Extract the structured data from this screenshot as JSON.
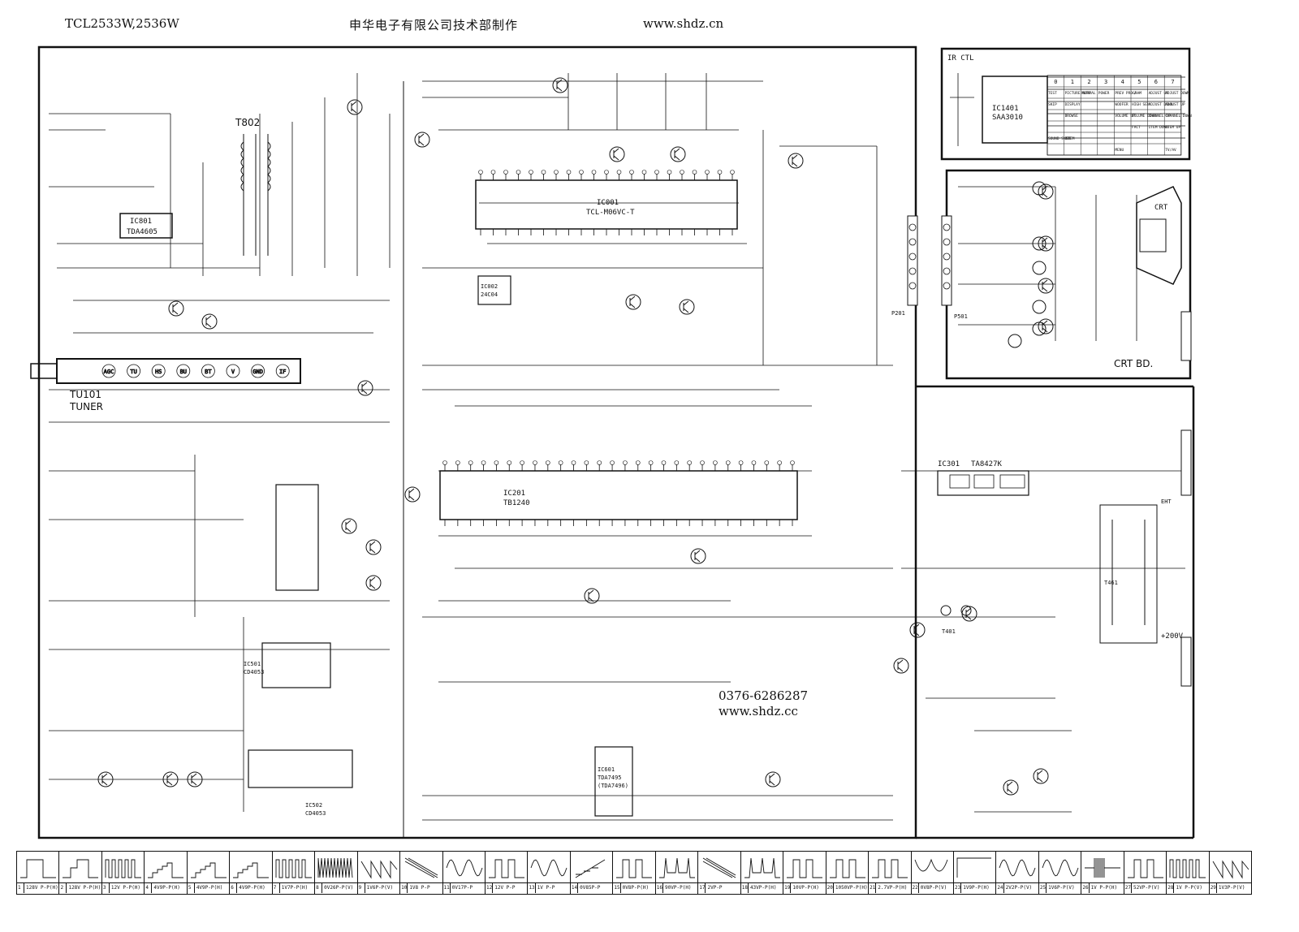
{
  "header": {
    "model": "TCL2533W,2536W",
    "company": "申华电子有限公司技术部制作",
    "website": "www.shdz.cn"
  },
  "contact": {
    "phone": "0376-6286287",
    "website": "www.shdz.cc"
  },
  "blocks": {
    "tuner": "TU101",
    "tuner_caption": "TUNER",
    "tuner_pins": [
      "AGC",
      "TU",
      "HS",
      "BU",
      "BT",
      "V",
      "GND",
      "IF"
    ],
    "ir_ctl": "IR CTL",
    "ir_chip": "IC1401",
    "ir_chip_part": "SAA3010",
    "crt_bd": "CRT BD.",
    "crt": "CRT",
    "power_chip": "IC801",
    "power_chip_part": "TDA4605",
    "flyback": "T802",
    "micro": "IC001",
    "micro_part": "TCL-M06VC-T",
    "eeprom": "IC002",
    "eeprom_part": "24C04",
    "jungle": "IC201",
    "jungle_part": "TB1240",
    "vert": "IC301",
    "vert_part": "TA8427K",
    "audio": "IC601",
    "audio_part": "TDA7495",
    "audio_part_alt": "(TDA7496)",
    "av_switch_1": "IC501",
    "av_switch_1_part": "CD4053",
    "av_switch_2": "IC502",
    "av_switch_2_part": "CD4053",
    "hot": "T401",
    "fbt": "T461",
    "connector": "P201",
    "v_p_ident": "P501",
    "high_v": "+200V",
    "anode": "EHT"
  },
  "remote_table": {
    "top_row": [
      "7",
      "6",
      "5",
      "4",
      "3",
      "2",
      "1",
      "0"
    ],
    "rows": [
      [
        "TEST",
        "PICTURE NORMAL",
        "MUTE",
        "POWER",
        "PREV PROGRAM",
        "-/--",
        "ADJUST UP",
        "ADJUST DOWN"
      ],
      [
        "SKIP",
        "DISPLAY",
        "",
        "",
        "WOOFER",
        "HIGH SEN",
        "ADJUST DOWN",
        "ADJUST UP"
      ],
      [
        "",
        "BROWSE",
        "",
        "",
        "VOLUME UP",
        "VOLUME DOWN",
        "CHANNEL UP",
        "CHANNEL DOWN"
      ],
      [
        "",
        "",
        "",
        "",
        "",
        "FACT",
        "ITEM DOWN",
        "ITEM UP"
      ],
      [
        "SOUND SYSTEM",
        "BBE",
        "",
        "",
        "",
        "",
        "",
        ""
      ],
      [
        "",
        "",
        "",
        "",
        "MENU",
        "",
        "",
        "TV/AV"
      ]
    ]
  },
  "waveforms": [
    {
      "n": "1",
      "label": "128V P-P(H)",
      "shape": "step"
    },
    {
      "n": "2",
      "label": "128V P-P(H)",
      "shape": "step2"
    },
    {
      "n": "3",
      "label": "12V P-P(H)",
      "shape": "bars"
    },
    {
      "n": "4",
      "label": "4V9P-P(H)",
      "shape": "stair"
    },
    {
      "n": "5",
      "label": "4V9P-P(H)",
      "shape": "stair"
    },
    {
      "n": "6",
      "label": "4V9P-P(H)",
      "shape": "stair"
    },
    {
      "n": "7",
      "label": "1V7P-P(H)",
      "shape": "bars"
    },
    {
      "n": "8",
      "label": "0V26P-P(V)",
      "shape": "dense"
    },
    {
      "n": "9",
      "label": "1V6P-P(V)",
      "shape": "saw"
    },
    {
      "n": "10",
      "label": "1V8 P-P",
      "shape": "diag"
    },
    {
      "n": "11",
      "label": "0V17P-P",
      "shape": "sine"
    },
    {
      "n": "12",
      "label": "12V P-P",
      "shape": "pulse"
    },
    {
      "n": "13",
      "label": "1V P-P",
      "shape": "sine"
    },
    {
      "n": "14",
      "label": "0V85P-P",
      "shape": "ramp"
    },
    {
      "n": "15",
      "label": "0V8P-P(H)",
      "shape": "pulse"
    },
    {
      "n": "16",
      "label": "90VP-P(H)",
      "shape": "spike"
    },
    {
      "n": "17",
      "label": "2VP-P",
      "shape": "diag"
    },
    {
      "n": "18",
      "label": "43VP-P(H)",
      "shape": "spike"
    },
    {
      "n": "19",
      "label": "10VP-P(H)",
      "shape": "pulse"
    },
    {
      "n": "20",
      "label": "1050VP-P(H)",
      "shape": "pulse"
    },
    {
      "n": "21",
      "label": "2.7VP-P(H)",
      "shape": "pulse"
    },
    {
      "n": "22",
      "label": "0V8P-P(V)",
      "shape": "arc"
    },
    {
      "n": "23",
      "label": "1V9P-P(H)",
      "shape": "zig"
    },
    {
      "n": "24",
      "label": "2V2P-P(V)",
      "shape": "sine"
    },
    {
      "n": "25",
      "label": "1V6P-P(V)",
      "shape": "sine"
    },
    {
      "n": "26",
      "label": "1V P-P(H)",
      "shape": "burst"
    },
    {
      "n": "27",
      "label": "52VP-P(V)",
      "shape": "pulse"
    },
    {
      "n": "28",
      "label": "1V P-P(V)",
      "shape": "bars"
    },
    {
      "n": "29",
      "label": "1V3P-P(V)",
      "shape": "saw"
    }
  ]
}
